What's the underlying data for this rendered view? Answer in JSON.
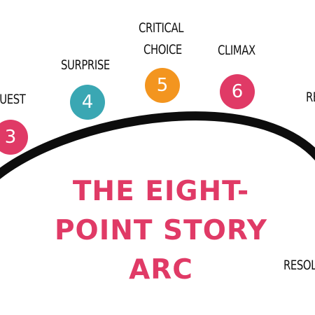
{
  "title_lines": [
    "THE EIGHT-",
    "POINT STORY",
    "ARC"
  ],
  "colors": {
    "title": "#e03a66",
    "arc": "#0d0d0d",
    "teal": "#3aa7b3",
    "orange": "#f3951f",
    "pink": "#e03a66"
  },
  "steps": [
    {
      "number": "3",
      "label": "QUEST",
      "color": "pink"
    },
    {
      "number": "4",
      "label": "SURPRISE",
      "color": "teal"
    },
    {
      "number": "5",
      "label_lines": [
        "CRITICAL",
        "CHOICE"
      ],
      "color": "orange"
    },
    {
      "number": "6",
      "label": "CLIMAX",
      "color": "pink"
    },
    {
      "label": "RE"
    },
    {
      "label": "RESOL"
    }
  ]
}
